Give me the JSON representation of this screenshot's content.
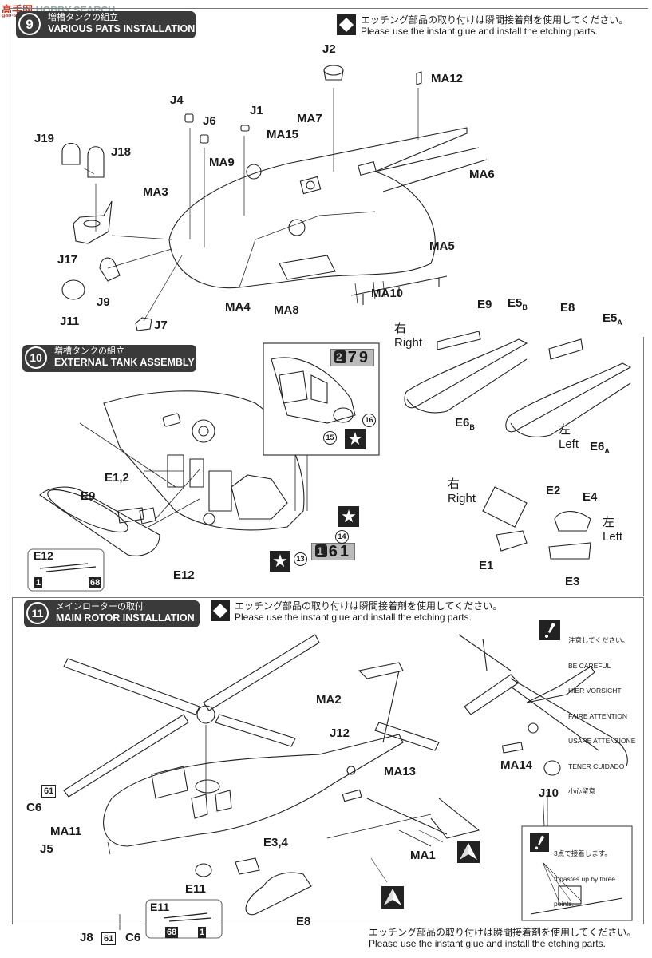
{
  "watermark": {
    "site_cn": "高手网",
    "site_en": "HOBBY SEARCH",
    "domain": "gao-shou.com"
  },
  "note_glyph": "diamond-icon",
  "etching_note": {
    "jp": "エッチング部品の取り付けは瞬間接着剤を使用してください。",
    "en": "Please use the instant glue and install the etching parts."
  },
  "steps": [
    {
      "number": "9",
      "title_jp": "増槽タンクの組立",
      "title_en": "VARIOUS PATS INSTALLATION"
    },
    {
      "number": "10",
      "title_jp": "増槽タンクの組立",
      "title_en": "EXTERNAL TANK ASSEMBLY"
    },
    {
      "number": "11",
      "title_jp": "メインローターの取付",
      "title_en": "MAIN ROTOR INSTALLATION"
    }
  ],
  "step9_labels": {
    "J2": "J2",
    "MA12": "MA12",
    "J4": "J4",
    "J1": "J1",
    "J6": "J6",
    "MA7": "MA7",
    "MA15": "MA15",
    "J19": "J19",
    "J18": "J18",
    "MA9": "MA9",
    "MA6": "MA6",
    "MA3": "MA3",
    "MA5": "MA5",
    "J17": "J17",
    "J9": "J9",
    "MA10": "MA10",
    "MA4": "MA4",
    "MA8": "MA8",
    "J11": "J11",
    "J7": "J7"
  },
  "step10_labels": {
    "E9_right": "E9",
    "E5B": "E5",
    "E5B_sub": "B",
    "E8_left": "E8",
    "E5A": "E5",
    "E5A_sub": "A",
    "right_jp": "右",
    "right_en": "Right",
    "left_jp": "左",
    "left_en": "Left",
    "E6B": "E6",
    "E6B_sub": "B",
    "E6A": "E6",
    "E6A_sub": "A",
    "E1_2": "E1,2",
    "E9": "E9",
    "E12": "E12",
    "E2": "E2",
    "E4": "E4",
    "E1": "E1",
    "E3": "E3",
    "inset_E12_title": "E12",
    "inset_E12_chip1": "1",
    "inset_E12_chip2": "68",
    "detail_code_top": {
      "circle": "2",
      "value": "79"
    },
    "detail_code_bottom": {
      "circle": "1",
      "value": "61"
    },
    "callouts": [
      "13",
      "14",
      "15",
      "16"
    ],
    "star_icon": "★"
  },
  "step11_labels": {
    "MA2": "MA2",
    "J12": "J12",
    "MA13": "MA13",
    "MA14": "MA14",
    "J10": "J10",
    "chip61_a": "61",
    "C6_a": "C6",
    "MA11": "MA11",
    "J5": "J5",
    "E3_4": "E3,4",
    "E11": "E11",
    "MA1": "MA1",
    "E8": "E8",
    "J8": "J8",
    "chip61_b": "61",
    "C6_b": "C6",
    "inset_E11_title": "E11",
    "inset_E11_chip1": "68",
    "inset_E11_chip2": "1"
  },
  "caution": {
    "icon": "exclamation-icon",
    "lines": [
      "注意してください。",
      "BE CAREFUL",
      "HIER VORSICHT",
      "FAIRE ATTENTION",
      "USARE ATTENZIONE",
      "TENER CUIDADO",
      "小心留意"
    ]
  },
  "three_point_note": {
    "jp": "3点で接着します。",
    "en_line1": "It pastes up by three",
    "en_line2": "points."
  }
}
